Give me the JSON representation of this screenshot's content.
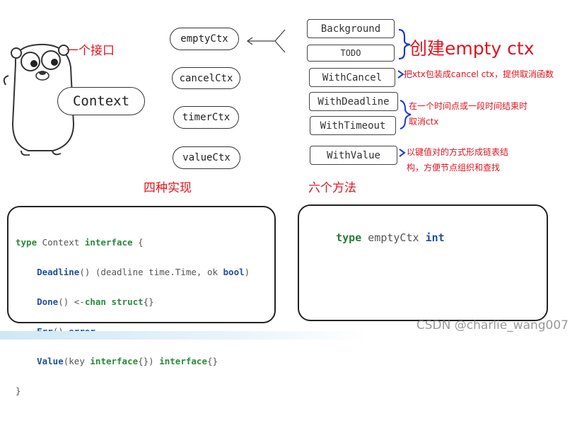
{
  "labels": {
    "one_interface": "一个接口",
    "four_impl": "四种实现",
    "six_methods": "六个方法",
    "create_empty": "创建empty ctx",
    "wrap_cancel": "把xtx包装成cancel ctx，提供取消函数",
    "time_cancel_1": "在一个时间点或一段时间结束时",
    "time_cancel_2": "取消ctx",
    "value_1": "以键值对的方式形成链表结",
    "value_2": "构，方便节点组织和查找"
  },
  "context_label": "Context",
  "implementations": [
    "emptyCtx",
    "cancelCtx",
    "timerCtx",
    "valueCtx"
  ],
  "methods": [
    "Background",
    "TODO",
    "WithCancel",
    "WithDeadline",
    "WithTimeout",
    "WithValue"
  ],
  "code_left": {
    "l1_kw": "type",
    "l1_rest": " Context ",
    "l1_kw2": "interface",
    "l1_end": " {",
    "l2_fn": "Deadline",
    "l2_rest": "() (deadline time.Time, ok ",
    "l2_kw": "bool",
    "l2_end": ")",
    "l3_fn": "Done",
    "l3_rest": "() <-",
    "l3_kw": "chan",
    "l3_sp": " ",
    "l3_kw2": "struct",
    "l3_end": "{}",
    "l4_fn": "Err",
    "l4_rest": "() ",
    "l4_kw": "error",
    "l5_fn": "Value",
    "l5_rest": "(key ",
    "l5_kw": "interface",
    "l5_mid": "{}) ",
    "l5_kw2": "interface",
    "l5_end": "{}",
    "l6": "}"
  },
  "code_right": {
    "kw": "type",
    "name": " emptyCtx ",
    "kw2": "int"
  },
  "watermark": "CSDN @charlie_wang007",
  "colors": {
    "red": "#e0141e",
    "blue": "#1a3ad8",
    "keyword_green": "#2a8a3a",
    "keyword_blue": "#1f4f9a"
  },
  "icons": [
    "gopher-mascot-icon",
    "arrow-fork-icon",
    "brace-icon"
  ]
}
